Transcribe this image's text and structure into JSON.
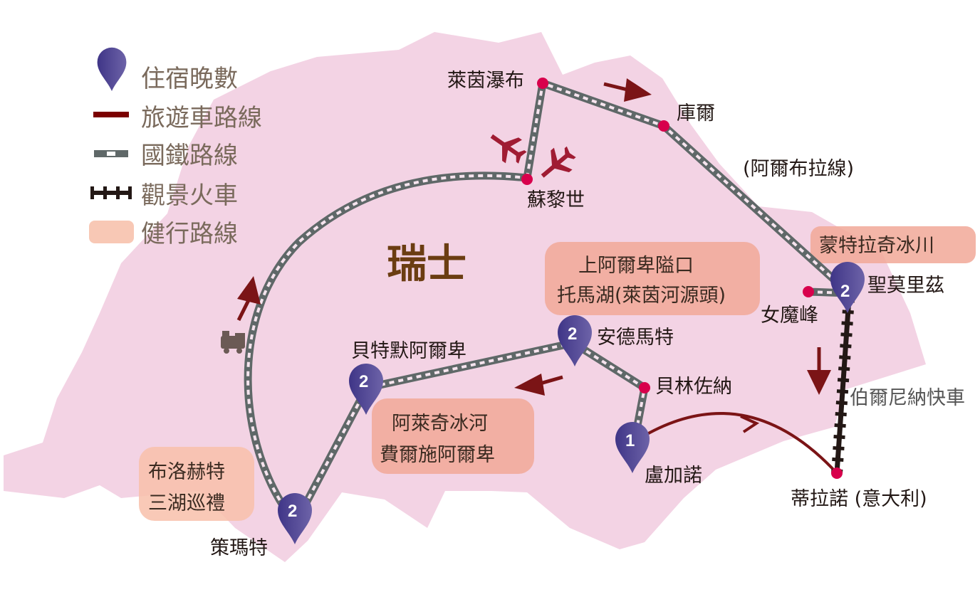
{
  "legend": {
    "nights": "住宿晚數",
    "tour_bus": "旅遊車路線",
    "rail": "國鐵路線",
    "scenic_train": "觀景火車",
    "hiking": "健行路線"
  },
  "country": "瑞士",
  "stations": {
    "rhine_falls": "萊茵瀑布",
    "chur": "庫爾",
    "albula": "(阿爾布拉線)",
    "zurich": "蘇黎世",
    "st_moritz": "聖莫里茲",
    "diavolezza": "女魔峰",
    "bernina": "伯爾尼納快車",
    "tirano": "蒂拉諾 (意大利)",
    "andermatt": "安德馬特",
    "bellinzona": "貝林佐納",
    "lugano": "盧加諾",
    "betten": "貝特默阿爾卑",
    "zermatt": "策瑪特"
  },
  "hiking": {
    "morteratsch": "蒙特拉奇冰川",
    "oberalp_1": "上阿爾卑隘口",
    "oberalp_2": "托馬湖(萊茵河源頭)",
    "aletsch_1": "阿萊奇冰河",
    "aletsch_2": "費爾施阿爾卑",
    "riffel_1": "布洛赫特",
    "riffel_2": "三湖巡禮"
  },
  "nights": {
    "zermatt": "2",
    "betten": "2",
    "andermatt": "2",
    "lugano": "1",
    "st_moritz": "2"
  },
  "colors": {
    "land": "#f3d3e4",
    "pin": "#5a4f9a",
    "bus": "#7b1416",
    "rail": "#5f6868",
    "scenic": "#231815",
    "hike": "#f1a898",
    "station": "#d8004c",
    "country": "#6b3d12"
  }
}
